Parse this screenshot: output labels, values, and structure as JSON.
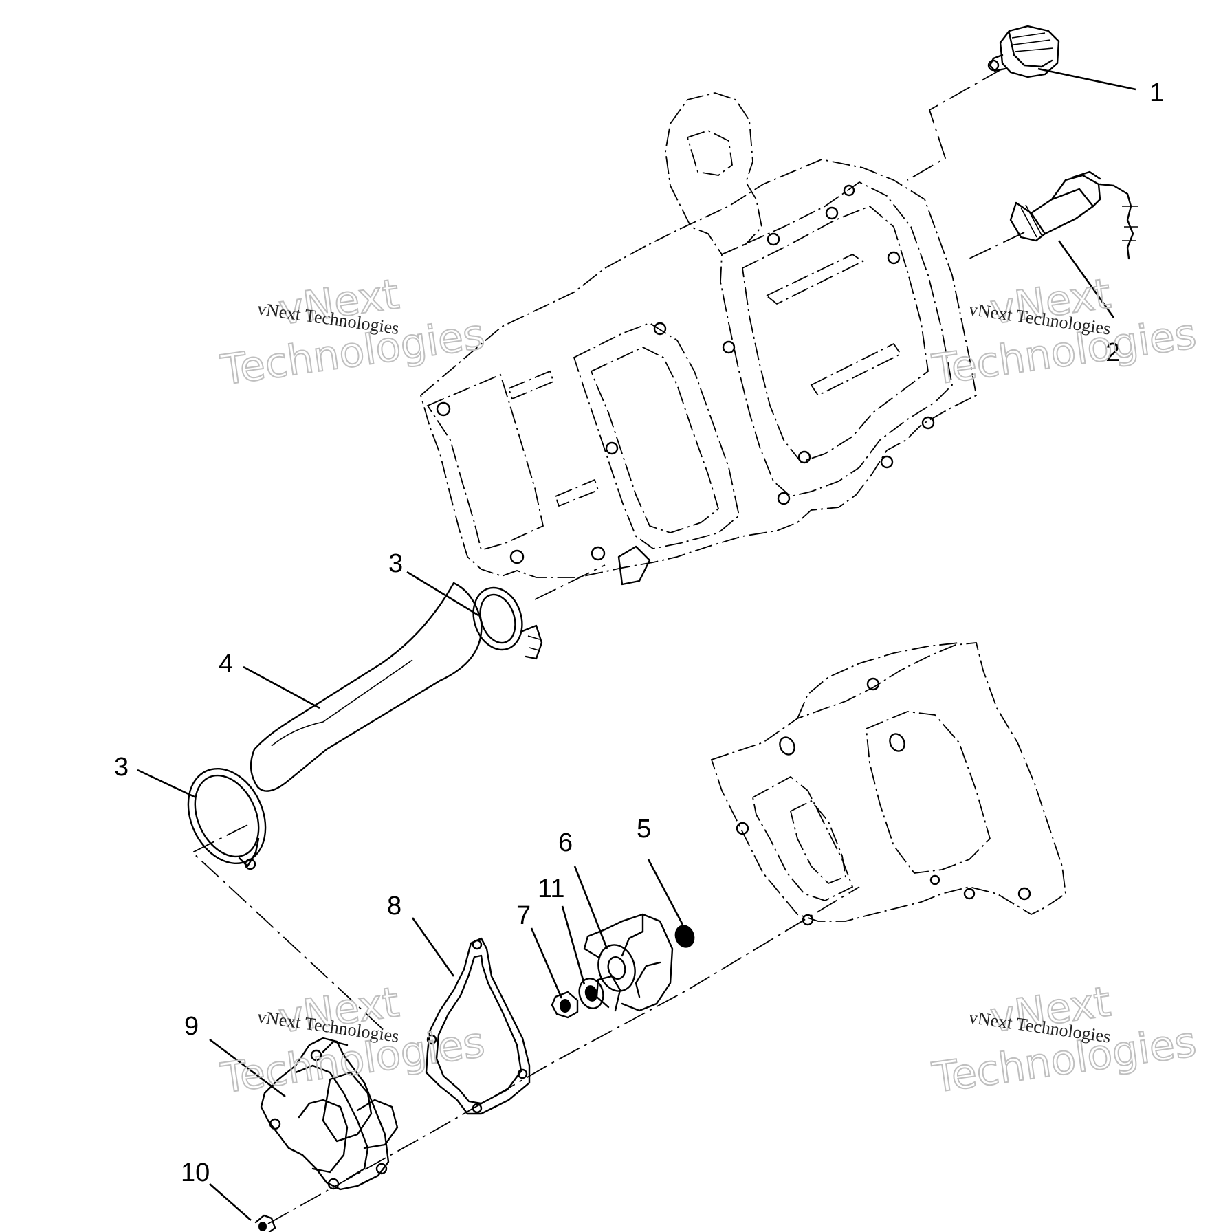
{
  "diagram": {
    "type": "exploded parts diagram",
    "callouts": [
      {
        "id": "c1",
        "label": "1"
      },
      {
        "id": "c2",
        "label": "2"
      },
      {
        "id": "c3a",
        "label": "3"
      },
      {
        "id": "c3b",
        "label": "3"
      },
      {
        "id": "c4",
        "label": "4"
      },
      {
        "id": "c5",
        "label": "5"
      },
      {
        "id": "c6",
        "label": "6"
      },
      {
        "id": "c7",
        "label": "7"
      },
      {
        "id": "c8",
        "label": "8"
      },
      {
        "id": "c9",
        "label": "9"
      },
      {
        "id": "c10",
        "label": "10"
      },
      {
        "id": "c11",
        "label": "11"
      }
    ]
  },
  "watermark": {
    "small_text": "vNext Technologies",
    "big_line1": "vNext",
    "big_line2": "Technologies",
    "color": "#bfbfbf"
  }
}
